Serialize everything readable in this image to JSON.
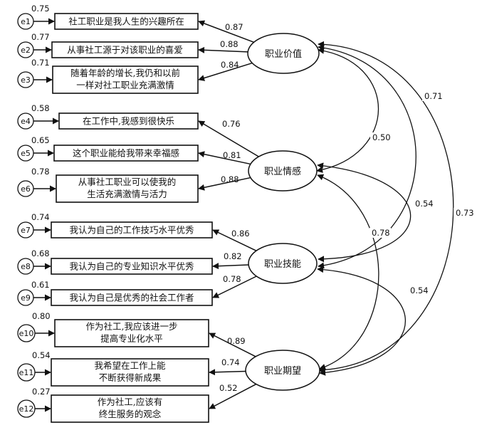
{
  "items": [
    {
      "err": "e1",
      "r2": "0.75",
      "lines": [
        "社工职业是我人生的兴趣所在"
      ],
      "loading": "0.87"
    },
    {
      "err": "e2",
      "r2": "0.77",
      "lines": [
        "从事社工源于对该职业的喜爱"
      ],
      "loading": "0.88"
    },
    {
      "err": "e3",
      "r2": "0.71",
      "lines": [
        "随着年龄的增长,我仍和以前",
        "一样对社工职业充满激情"
      ],
      "loading": "0.84"
    },
    {
      "err": "e4",
      "r2": "0.58",
      "lines": [
        "在工作中,我感到很快乐"
      ],
      "loading": "0.76"
    },
    {
      "err": "e5",
      "r2": "0.65",
      "lines": [
        "这个职业能给我带来幸福感"
      ],
      "loading": "0.81"
    },
    {
      "err": "e6",
      "r2": "0.78",
      "lines": [
        "从事社工职业可以使我的",
        "生活充满激情与活力"
      ],
      "loading": "0.88"
    },
    {
      "err": "e7",
      "r2": "0.74",
      "lines": [
        "我认为自己的工作技巧水平优秀"
      ],
      "loading": "0.86"
    },
    {
      "err": "e8",
      "r2": "0.68",
      "lines": [
        "我认为自己的专业知识水平优秀"
      ],
      "loading": "0.82"
    },
    {
      "err": "e9",
      "r2": "0.61",
      "lines": [
        "我认为自己是优秀的社会工作者"
      ],
      "loading": "0.78"
    },
    {
      "err": "e10",
      "r2": "0.80",
      "lines": [
        "作为社工,我应该进一步",
        "提高专业化水平"
      ],
      "loading": "0.89"
    },
    {
      "err": "e11",
      "r2": "0.54",
      "lines": [
        "我希望在工作上能",
        "不断获得新成果"
      ],
      "loading": "0.74"
    },
    {
      "err": "e12",
      "r2": "0.27",
      "lines": [
        "作为社工,应该有",
        "终生服务的观念"
      ],
      "loading": "0.52"
    }
  ],
  "latents": [
    {
      "label": "职业价值"
    },
    {
      "label": "职业情感"
    },
    {
      "label": "职业技能"
    },
    {
      "label": "职业期望"
    }
  ],
  "correlations": [
    {
      "from": 0,
      "to": 1,
      "value": "0.50"
    },
    {
      "from": 0,
      "to": 2,
      "value": "0.71"
    },
    {
      "from": 0,
      "to": 3,
      "value": "0.73"
    },
    {
      "from": 1,
      "to": 2,
      "value": "0.54"
    },
    {
      "from": 1,
      "to": 3,
      "value": "0.78"
    },
    {
      "from": 2,
      "to": 3,
      "value": "0.54"
    }
  ]
}
